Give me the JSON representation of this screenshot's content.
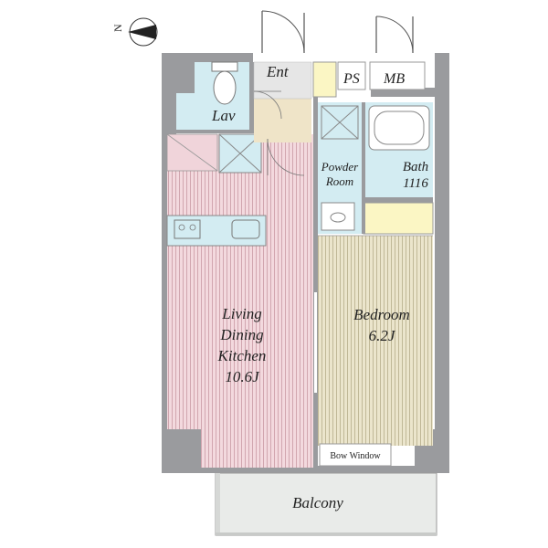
{
  "compass": {
    "letter": "N"
  },
  "rooms": {
    "entrance": "Ent",
    "ps": "PS",
    "mb": "MB",
    "lavatory": "Lav",
    "powder_room_line1": "Powder",
    "powder_room_line2": "Room",
    "bath_line1": "Bath",
    "bath_line2": "1116",
    "ldk_line1": "Living",
    "ldk_line2": "Dining",
    "ldk_line3": "Kitchen",
    "ldk_line4": "10.6J",
    "bedroom_line1": "Bedroom",
    "bedroom_line2": "6.2J",
    "bow_window": "Bow Window",
    "balcony": "Balcony"
  },
  "colors": {
    "wall": "#9a9b9e",
    "ldk_floor": "#f0d4da",
    "bedroom_floor": "#e7e1c8",
    "wet_area": "#d3ecf2",
    "entrance_floor": "#efe4c8",
    "closet": "#fbf6c4",
    "balcony": "#e9ebe9"
  }
}
